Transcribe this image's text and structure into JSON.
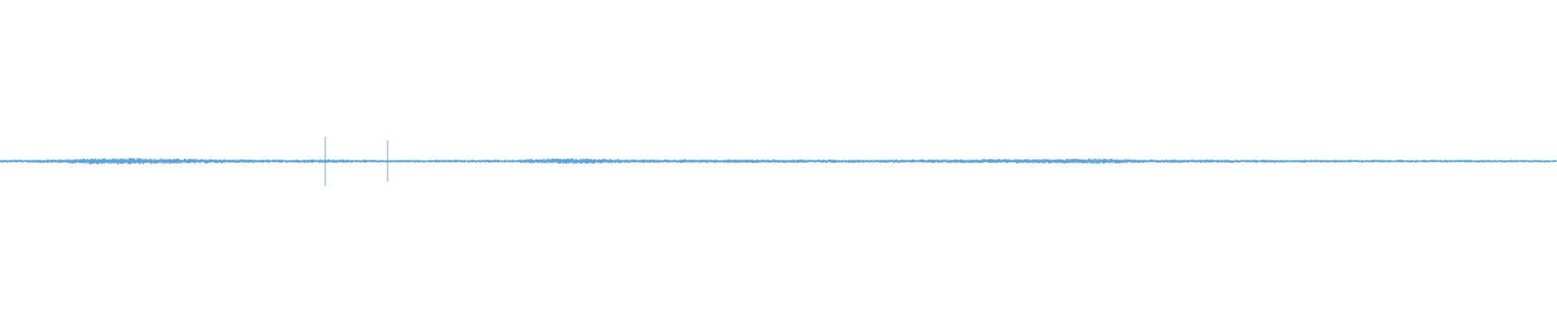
{
  "waveform": {
    "color": "#5aa5de",
    "background": "#ffffff",
    "amplitude_profile": [
      {
        "t": 0.0,
        "a": 0.06
      },
      {
        "t": 0.035,
        "a": 0.08
      },
      {
        "t": 0.06,
        "a": 0.13
      },
      {
        "t": 0.09,
        "a": 0.14
      },
      {
        "t": 0.12,
        "a": 0.11
      },
      {
        "t": 0.15,
        "a": 0.08
      },
      {
        "t": 0.18,
        "a": 0.07
      },
      {
        "t": 0.205,
        "a": 0.09
      },
      {
        "t": 0.24,
        "a": 0.06
      },
      {
        "t": 0.33,
        "a": 0.07
      },
      {
        "t": 0.355,
        "a": 0.12
      },
      {
        "t": 0.375,
        "a": 0.12
      },
      {
        "t": 0.41,
        "a": 0.08
      },
      {
        "t": 0.5,
        "a": 0.08
      },
      {
        "t": 0.56,
        "a": 0.07
      },
      {
        "t": 0.68,
        "a": 0.1
      },
      {
        "t": 0.7,
        "a": 0.12
      },
      {
        "t": 0.73,
        "a": 0.08
      },
      {
        "t": 0.8,
        "a": 0.07
      },
      {
        "t": 0.9,
        "a": 0.06
      },
      {
        "t": 1.0,
        "a": 0.06
      }
    ],
    "spikes": [
      {
        "t": 0.209,
        "a": 1.0
      },
      {
        "t": 0.249,
        "a": 0.85
      }
    ]
  }
}
